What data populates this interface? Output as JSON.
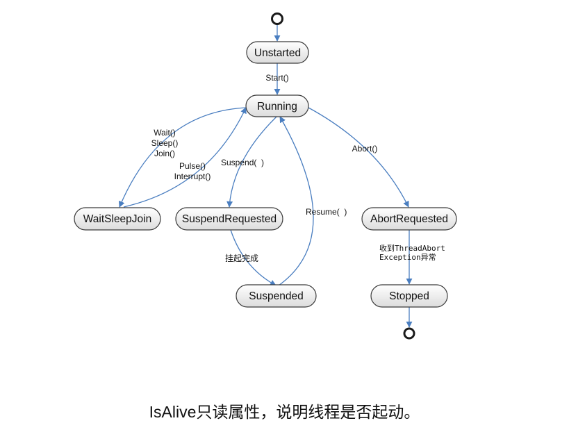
{
  "states": {
    "unstarted": "Unstarted",
    "running": "Running",
    "wait_sleep_join": "WaitSleepJoin",
    "suspend_requested": "SuspendRequested",
    "suspended": "Suspended",
    "abort_requested": "AbortRequested",
    "stopped": "Stopped"
  },
  "transitions": {
    "start": "Start()",
    "wait": "Wait()",
    "sleep": "Sleep()",
    "join": "Join()",
    "pulse": "Pulse()",
    "interrupt": "Interrupt()",
    "suspend": "Suspend(  )",
    "resume": "Resume(  )",
    "abort": "Abort()",
    "suspend_complete": "挂起完成",
    "abort_exception_line1": "收到ThreadAbort",
    "abort_exception_line2": "Exception异常"
  },
  "caption": {
    "latin": "IsAlive",
    "rest": "只读属性，说明线程是否起动。"
  },
  "colors": {
    "arrow": "#4a7ec0",
    "node_border": "#3a3a3a",
    "node_fill_top": "#ffffff",
    "node_fill_bottom": "#dcdcdc"
  }
}
